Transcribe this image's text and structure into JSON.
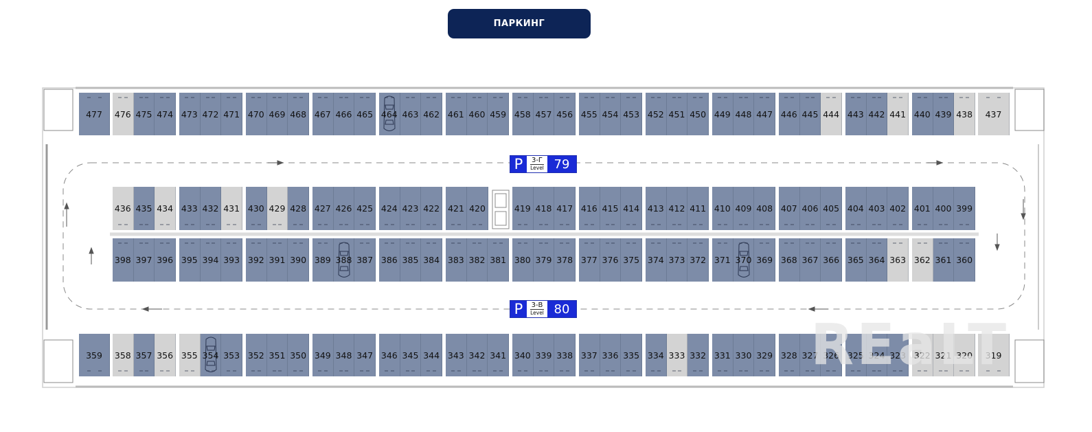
{
  "header": {
    "title": "ПАРКИНГ"
  },
  "colors": {
    "header_bg": "#0d2456",
    "available": "#7d8ca8",
    "unavailable": "#d3d3d3",
    "sign_blue": "#1a2bd6"
  },
  "signs": [
    {
      "p": "P",
      "zone": "3-Г",
      "level": "Level",
      "count": "79"
    },
    {
      "p": "P",
      "zone": "3-В",
      "level": "Level",
      "count": "80"
    }
  ],
  "watermark": "REaLT",
  "rows": {
    "top": [
      [
        [
          "477",
          "free"
        ]
      ],
      [
        [
          "476",
          "taken"
        ],
        [
          "475",
          "free"
        ],
        [
          "474",
          "free"
        ]
      ],
      [
        [
          "473",
          "free"
        ],
        [
          "472",
          "free"
        ],
        [
          "471",
          "free"
        ]
      ],
      [
        [
          "470",
          "free"
        ],
        [
          "469",
          "free"
        ],
        [
          "468",
          "free"
        ]
      ],
      [
        [
          "467",
          "free"
        ],
        [
          "466",
          "free"
        ],
        [
          "465",
          "free"
        ]
      ],
      [
        [
          "464",
          "free",
          "car"
        ],
        [
          "463",
          "free"
        ],
        [
          "462",
          "free"
        ]
      ],
      [
        [
          "461",
          "free"
        ],
        [
          "460",
          "free"
        ],
        [
          "459",
          "free"
        ]
      ],
      [
        [
          "458",
          "free"
        ],
        [
          "457",
          "free"
        ],
        [
          "456",
          "free"
        ]
      ],
      [
        [
          "455",
          "free"
        ],
        [
          "454",
          "free"
        ],
        [
          "453",
          "free"
        ]
      ],
      [
        [
          "452",
          "free"
        ],
        [
          "451",
          "free"
        ],
        [
          "450",
          "free"
        ]
      ],
      [
        [
          "449",
          "free"
        ],
        [
          "448",
          "free"
        ],
        [
          "447",
          "free"
        ]
      ],
      [
        [
          "446",
          "free"
        ],
        [
          "445",
          "free"
        ],
        [
          "444",
          "taken"
        ]
      ],
      [
        [
          "443",
          "free"
        ],
        [
          "442",
          "free"
        ],
        [
          "441",
          "taken"
        ]
      ],
      [
        [
          "440",
          "free"
        ],
        [
          "439",
          "free"
        ],
        [
          "438",
          "taken"
        ]
      ],
      [
        [
          "437",
          "taken"
        ]
      ]
    ],
    "middle_upper": [
      [
        [
          "436",
          "taken"
        ],
        [
          "435",
          "free"
        ],
        [
          "434",
          "taken"
        ]
      ],
      [
        [
          "433",
          "free"
        ],
        [
          "432",
          "free"
        ],
        [
          "431",
          "taken"
        ]
      ],
      [
        [
          "430",
          "free"
        ],
        [
          "429",
          "taken"
        ],
        [
          "428",
          "free"
        ]
      ],
      [
        [
          "427",
          "free"
        ],
        [
          "426",
          "free"
        ],
        [
          "425",
          "free"
        ]
      ],
      [
        [
          "424",
          "free"
        ],
        [
          "423",
          "free"
        ],
        [
          "422",
          "free"
        ]
      ],
      [
        [
          "421",
          "free"
        ],
        [
          "420",
          "free"
        ]
      ],
      [
        [
          "419",
          "free"
        ],
        [
          "418",
          "free"
        ],
        [
          "417",
          "free"
        ]
      ],
      [
        [
          "416",
          "free"
        ],
        [
          "415",
          "free"
        ],
        [
          "414",
          "free"
        ]
      ],
      [
        [
          "413",
          "free"
        ],
        [
          "412",
          "free"
        ],
        [
          "411",
          "free"
        ]
      ],
      [
        [
          "410",
          "free"
        ],
        [
          "409",
          "free"
        ],
        [
          "408",
          "free"
        ]
      ],
      [
        [
          "407",
          "free"
        ],
        [
          "406",
          "free"
        ],
        [
          "405",
          "free"
        ]
      ],
      [
        [
          "404",
          "free"
        ],
        [
          "403",
          "free"
        ],
        [
          "402",
          "free"
        ]
      ],
      [
        [
          "401",
          "free"
        ],
        [
          "400",
          "free"
        ],
        [
          "399",
          "free"
        ]
      ]
    ],
    "middle_lower": [
      [
        [
          "398",
          "free"
        ],
        [
          "397",
          "free"
        ],
        [
          "396",
          "free"
        ]
      ],
      [
        [
          "395",
          "free"
        ],
        [
          "394",
          "free"
        ],
        [
          "393",
          "free"
        ]
      ],
      [
        [
          "392",
          "free"
        ],
        [
          "391",
          "free"
        ],
        [
          "390",
          "free"
        ]
      ],
      [
        [
          "389",
          "free"
        ],
        [
          "388",
          "free",
          "car"
        ],
        [
          "387",
          "free"
        ]
      ],
      [
        [
          "386",
          "free"
        ],
        [
          "385",
          "free"
        ],
        [
          "384",
          "free"
        ]
      ],
      [
        [
          "383",
          "free"
        ],
        [
          "382",
          "free"
        ],
        [
          "381",
          "free"
        ]
      ],
      [
        [
          "380",
          "free"
        ],
        [
          "379",
          "free"
        ],
        [
          "378",
          "free"
        ]
      ],
      [
        [
          "377",
          "free"
        ],
        [
          "376",
          "free"
        ],
        [
          "375",
          "free"
        ]
      ],
      [
        [
          "374",
          "free"
        ],
        [
          "373",
          "free"
        ],
        [
          "372",
          "free"
        ]
      ],
      [
        [
          "371",
          "free"
        ],
        [
          "370",
          "free",
          "car"
        ],
        [
          "369",
          "free"
        ]
      ],
      [
        [
          "368",
          "free"
        ],
        [
          "367",
          "free"
        ],
        [
          "366",
          "free"
        ]
      ],
      [
        [
          "365",
          "free"
        ],
        [
          "364",
          "free"
        ],
        [
          "363",
          "taken"
        ]
      ],
      [
        [
          "362",
          "taken"
        ],
        [
          "361",
          "free"
        ],
        [
          "360",
          "free"
        ]
      ]
    ],
    "bottom": [
      [
        [
          "359",
          "free"
        ]
      ],
      [
        [
          "358",
          "taken"
        ],
        [
          "357",
          "free"
        ],
        [
          "356",
          "taken"
        ]
      ],
      [
        [
          "355",
          "taken"
        ],
        [
          "354",
          "free",
          "car"
        ],
        [
          "353",
          "free"
        ]
      ],
      [
        [
          "352",
          "free"
        ],
        [
          "351",
          "free"
        ],
        [
          "350",
          "free"
        ]
      ],
      [
        [
          "349",
          "free"
        ],
        [
          "348",
          "free"
        ],
        [
          "347",
          "free"
        ]
      ],
      [
        [
          "346",
          "free"
        ],
        [
          "345",
          "free"
        ],
        [
          "344",
          "free"
        ]
      ],
      [
        [
          "343",
          "free"
        ],
        [
          "342",
          "free"
        ],
        [
          "341",
          "free"
        ]
      ],
      [
        [
          "340",
          "free"
        ],
        [
          "339",
          "free"
        ],
        [
          "338",
          "free"
        ]
      ],
      [
        [
          "337",
          "free"
        ],
        [
          "336",
          "free"
        ],
        [
          "335",
          "free"
        ]
      ],
      [
        [
          "334",
          "free"
        ],
        [
          "333",
          "taken"
        ],
        [
          "332",
          "free"
        ]
      ],
      [
        [
          "331",
          "free"
        ],
        [
          "330",
          "free"
        ],
        [
          "329",
          "free"
        ]
      ],
      [
        [
          "328",
          "free"
        ],
        [
          "327",
          "free"
        ],
        [
          "326",
          "free"
        ]
      ],
      [
        [
          "325",
          "free"
        ],
        [
          "324",
          "free"
        ],
        [
          "323",
          "free"
        ]
      ],
      [
        [
          "322",
          "taken"
        ],
        [
          "321",
          "taken"
        ],
        [
          "320",
          "taken"
        ]
      ],
      [
        [
          "319",
          "taken"
        ]
      ]
    ]
  }
}
